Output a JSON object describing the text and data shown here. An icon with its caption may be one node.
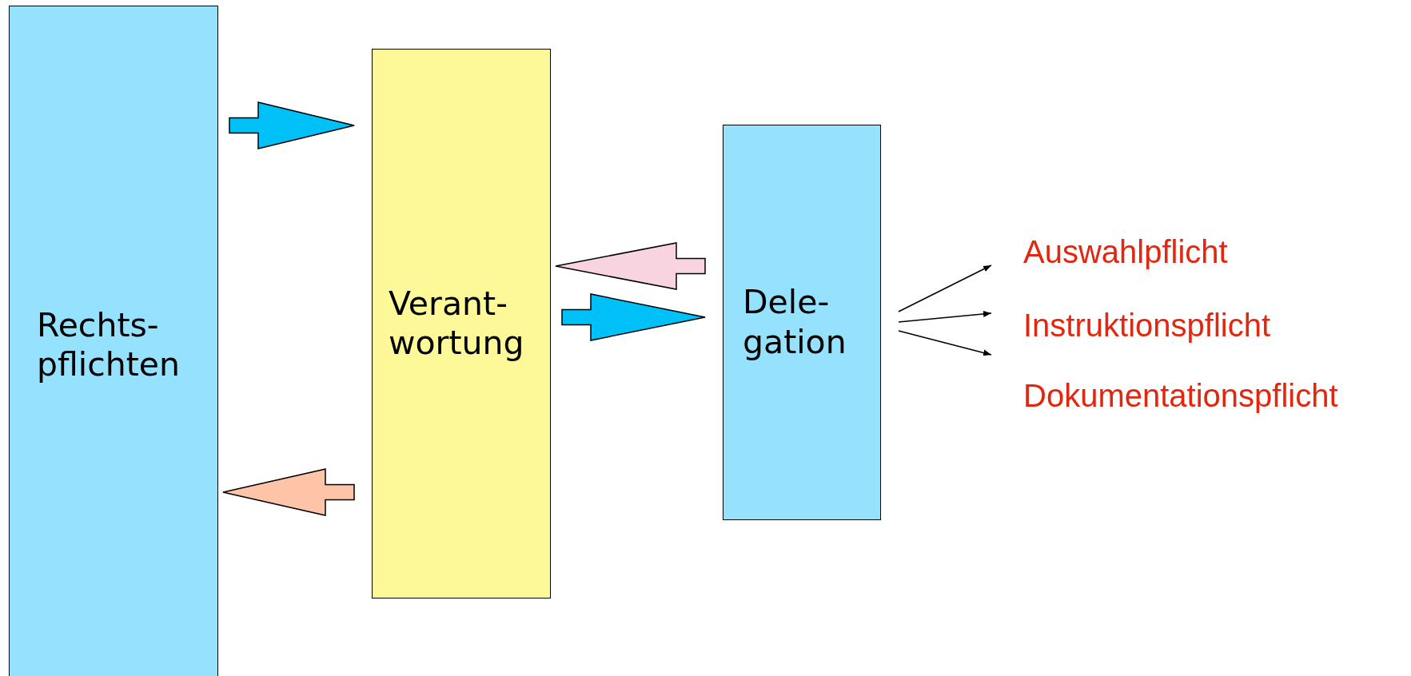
{
  "diagram": {
    "nodes": [
      {
        "text": [
          "Rechts- pflichten"
        ]
      },
      {
        "text": [
          "Verant- wortung"
        ]
      },
      {
        "text": [
          "Dele- gation"
        ]
      },
      {
        "text": [
          "Auswahlpflicht"
        ]
      },
      {
        "text": [
          "Instruktionspflicht"
        ]
      },
      {
        "text": [
          "Dokumentationspflicht"
        ]
      }
    ],
    "edges": [
      {
        "from": 0,
        "to": 1,
        "arrow": "to",
        "style": "thick",
        "color": "#00c0f8"
      },
      {
        "from": 1,
        "to": 0,
        "arrow": "to",
        "style": "thick",
        "color": "#fec4a8"
      },
      {
        "from": 2,
        "to": 1,
        "arrow": "to",
        "style": "thick",
        "color": "#f8d4e0"
      },
      {
        "from": 1,
        "to": 2,
        "arrow": "to",
        "style": "thick",
        "color": "#00c0f8"
      },
      {
        "from": 2,
        "to": 3,
        "arrow": "to"
      },
      {
        "from": 2,
        "to": 4,
        "arrow": "to"
      },
      {
        "from": 2,
        "to": 5,
        "arrow": "to"
      }
    ]
  }
}
